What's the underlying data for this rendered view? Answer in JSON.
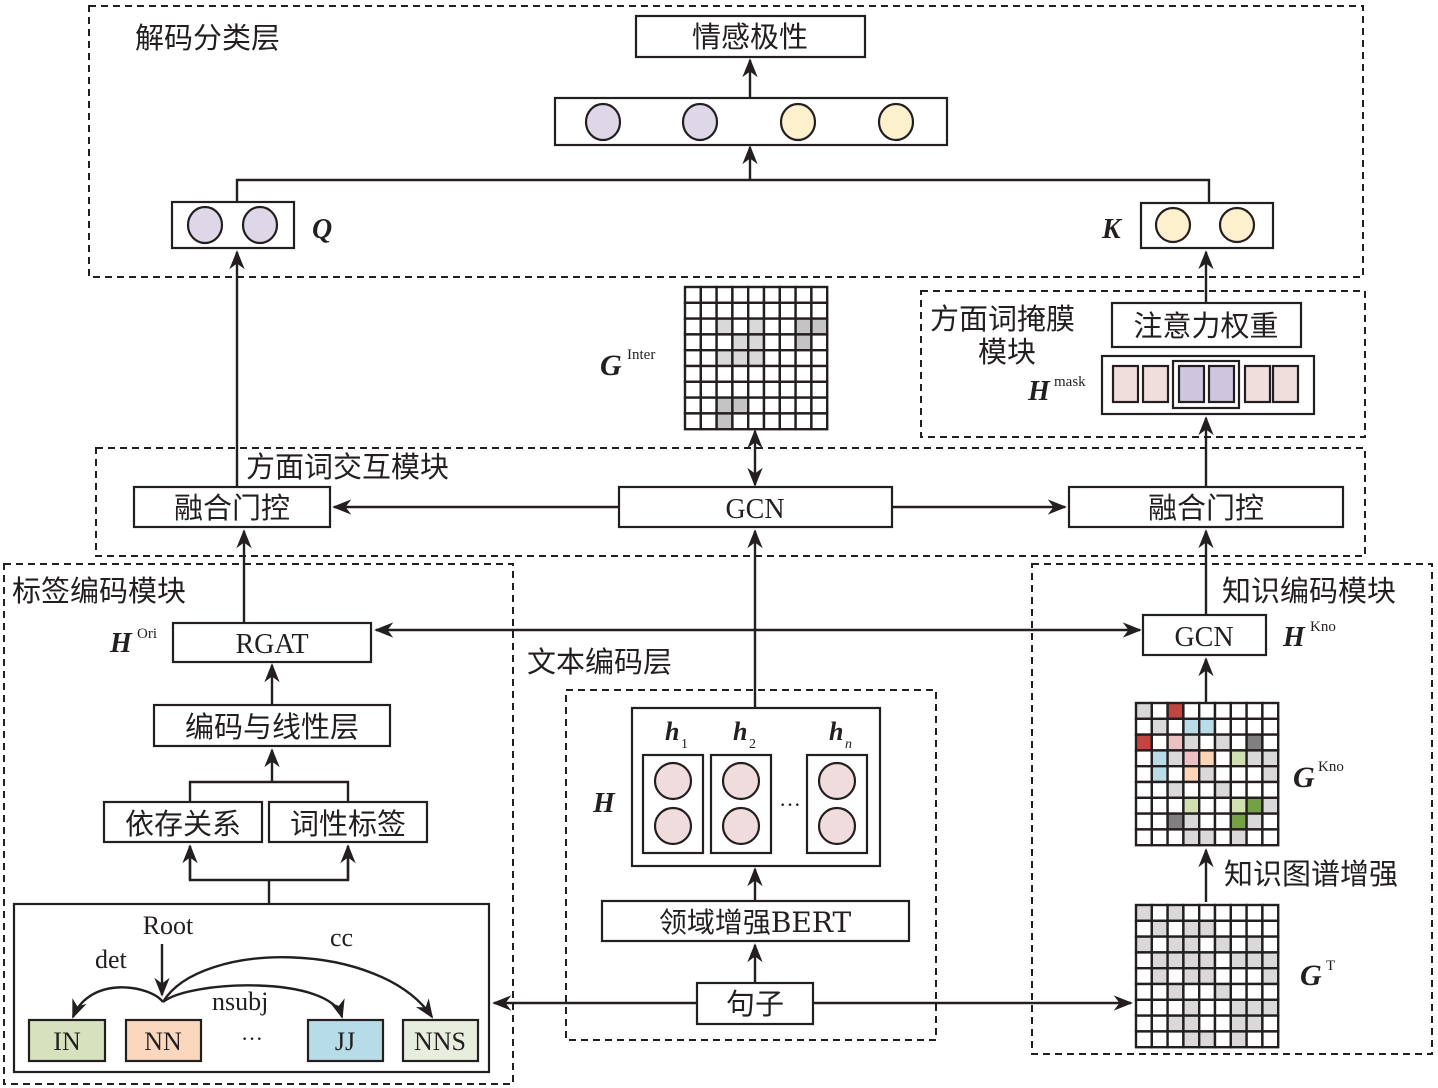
{
  "title": "Model architecture diagram",
  "colors": {
    "purple_node": "#ddd7e8",
    "yellow_node": "#fdf0cc",
    "pink_node": "#f0dcdc",
    "mask_pink": "#f0dedc",
    "mask_purple": "#cdc6de",
    "tag_IN": "#d5e2bd",
    "tag_NN": "#fbd8bd",
    "tag_JJ": "#b6dce8",
    "tag_NNS": "#e8eedd",
    "grid_light": "#d9d9d9",
    "grid_mid": "#c4c4c4",
    "grid_dark": "#808080",
    "kg_red": "#c0463f",
    "kg_pink": "#ebc1c1",
    "kg_blue": "#b9dde8",
    "kg_peach": "#fcd6b6",
    "kg_lightgreen": "#cfe0ae",
    "kg_green": "#76a044"
  },
  "decode_layer": {
    "label": "解码分类层",
    "output_label": "情感极性",
    "output_nodes": [
      "purple",
      "purple",
      "yellow",
      "yellow"
    ],
    "Q": {
      "symbol": "Q",
      "nodes": [
        "purple",
        "purple"
      ]
    },
    "K": {
      "symbol": "K",
      "nodes": [
        "yellow",
        "yellow"
      ]
    }
  },
  "interaction_graph": {
    "symbol": "G",
    "superscript": "Inter",
    "size": 9,
    "cells": [
      [
        2,
        2,
        "light"
      ],
      [
        2,
        4,
        "light"
      ],
      [
        2,
        7,
        "mid"
      ],
      [
        2,
        8,
        "mid"
      ],
      [
        3,
        3,
        "light"
      ],
      [
        3,
        4,
        "light"
      ],
      [
        3,
        7,
        "mid"
      ],
      [
        4,
        2,
        "light"
      ],
      [
        4,
        3,
        "light"
      ],
      [
        4,
        4,
        "light"
      ],
      [
        7,
        2,
        "mid"
      ],
      [
        7,
        3,
        "mid"
      ],
      [
        8,
        2,
        "mid"
      ]
    ]
  },
  "mask_module": {
    "label_line1": "方面词掩膜",
    "label_line2": "模块",
    "attention_label": "注意力权重",
    "H_symbol": "H",
    "H_superscript": "mask",
    "cells": [
      "pink",
      "pink",
      "purple",
      "purple",
      "pink",
      "pink"
    ]
  },
  "interaction_module": {
    "label": "方面词交互模块",
    "left_gate": "融合门控",
    "center": "GCN",
    "right_gate": "融合门控"
  },
  "tag_module": {
    "label": "标签编码模块",
    "rgat": "RGAT",
    "H_symbol": "H",
    "H_superscript": "Ori",
    "encoding": "编码与线性层",
    "dep": "依存关系",
    "pos": "词性标签",
    "tree": {
      "root": "Root",
      "arcs": [
        "det",
        "nsubj",
        "cc"
      ],
      "tags": [
        "IN",
        "NN",
        "JJ",
        "NNS"
      ],
      "ellipsis": "···"
    }
  },
  "text_encoding": {
    "label": "文本编码层",
    "H_symbol": "H",
    "vectors": [
      {
        "symbol": "h",
        "sub": "1"
      },
      {
        "symbol": "h",
        "sub": "2"
      },
      {
        "symbol": "h",
        "sub": "n"
      }
    ],
    "ellipsis": "···",
    "bert": "领域增强BERT",
    "sentence": "句子"
  },
  "knowledge_module": {
    "label": "知识编码模块",
    "gcn": "GCN",
    "H_symbol": "H",
    "H_superscript": "Kno",
    "enhance_label": "知识图谱增强",
    "G_kno": {
      "symbol": "G",
      "superscript": "Kno",
      "size": 9,
      "cells": [
        [
          0,
          0,
          "light"
        ],
        [
          0,
          2,
          "red"
        ],
        [
          1,
          1,
          "light"
        ],
        [
          1,
          3,
          "blue"
        ],
        [
          1,
          4,
          "blue"
        ],
        [
          2,
          0,
          "red"
        ],
        [
          2,
          2,
          "pink"
        ],
        [
          2,
          3,
          "light"
        ],
        [
          2,
          5,
          "light"
        ],
        [
          2,
          7,
          "dark"
        ],
        [
          3,
          1,
          "blue"
        ],
        [
          3,
          2,
          "light"
        ],
        [
          3,
          3,
          "pink"
        ],
        [
          3,
          4,
          "peach"
        ],
        [
          3,
          6,
          "lightgreen"
        ],
        [
          3,
          7,
          "light"
        ],
        [
          3,
          8,
          "light"
        ],
        [
          4,
          1,
          "blue"
        ],
        [
          4,
          3,
          "peach"
        ],
        [
          4,
          4,
          "light"
        ],
        [
          4,
          8,
          "light"
        ],
        [
          5,
          2,
          "light"
        ],
        [
          5,
          5,
          "light"
        ],
        [
          6,
          3,
          "lightgreen"
        ],
        [
          6,
          6,
          "lightgreen"
        ],
        [
          6,
          7,
          "green"
        ],
        [
          6,
          8,
          "light"
        ],
        [
          7,
          2,
          "dark"
        ],
        [
          7,
          3,
          "light"
        ],
        [
          7,
          6,
          "green"
        ],
        [
          7,
          7,
          "light"
        ],
        [
          8,
          3,
          "light"
        ],
        [
          8,
          4,
          "light"
        ],
        [
          8,
          6,
          "light"
        ]
      ]
    },
    "G_T": {
      "symbol": "G",
      "superscript": "T",
      "size": 9,
      "cells": [
        [
          0,
          0,
          "light"
        ],
        [
          0,
          2,
          "light"
        ],
        [
          1,
          1,
          "light"
        ],
        [
          1,
          3,
          "light"
        ],
        [
          1,
          4,
          "light"
        ],
        [
          2,
          0,
          "light"
        ],
        [
          2,
          2,
          "light"
        ],
        [
          2,
          3,
          "light"
        ],
        [
          2,
          5,
          "light"
        ],
        [
          2,
          7,
          "light"
        ],
        [
          3,
          1,
          "light"
        ],
        [
          3,
          2,
          "light"
        ],
        [
          3,
          3,
          "light"
        ],
        [
          3,
          4,
          "light"
        ],
        [
          3,
          6,
          "light"
        ],
        [
          3,
          7,
          "light"
        ],
        [
          3,
          8,
          "light"
        ],
        [
          4,
          1,
          "light"
        ],
        [
          4,
          3,
          "light"
        ],
        [
          4,
          4,
          "light"
        ],
        [
          4,
          8,
          "light"
        ],
        [
          5,
          2,
          "light"
        ],
        [
          5,
          5,
          "light"
        ],
        [
          6,
          3,
          "light"
        ],
        [
          6,
          6,
          "light"
        ],
        [
          6,
          7,
          "light"
        ],
        [
          6,
          8,
          "light"
        ],
        [
          7,
          2,
          "light"
        ],
        [
          7,
          3,
          "light"
        ],
        [
          7,
          6,
          "light"
        ],
        [
          7,
          7,
          "light"
        ],
        [
          8,
          3,
          "light"
        ],
        [
          8,
          4,
          "light"
        ],
        [
          8,
          6,
          "light"
        ]
      ]
    }
  }
}
